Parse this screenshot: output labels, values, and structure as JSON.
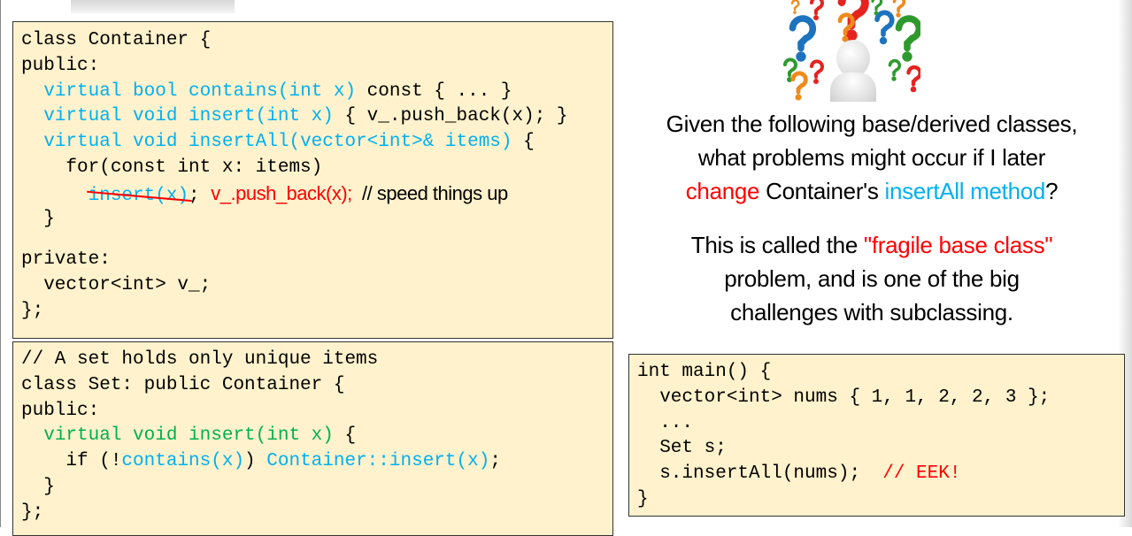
{
  "colors": {
    "accent_blue": "#00b0f0",
    "accent_red": "#ff0000",
    "accent_green": "#00b050",
    "code_bg": "#fff2cc"
  },
  "container_code": [
    [
      {
        "t": "class Container {"
      }
    ],
    [
      {
        "t": "public:"
      }
    ],
    [
      {
        "t": "  "
      },
      {
        "t": "virtual bool contains(int x)",
        "c": "blue"
      },
      {
        "t": " const { ... }"
      }
    ],
    [
      {
        "t": "  "
      },
      {
        "t": "virtual void insert(int x)",
        "c": "blue"
      },
      {
        "t": " { v_.push_back(x); }"
      }
    ],
    [
      {
        "t": "  "
      },
      {
        "t": "virtual void insertAll(vector<int>& items)",
        "c": "blue"
      },
      {
        "t": " {"
      }
    ],
    [
      {
        "t": "    for(const int x: items)"
      }
    ],
    [
      {
        "t": "      "
      },
      {
        "t": "insert(x)",
        "c": "blue",
        "s": "strike"
      },
      {
        "t": "; "
      },
      {
        "t": "v_.push_back(x);",
        "c": "red",
        "f": "sans"
      },
      {
        "t": "  // speed things up",
        "f": "sans"
      }
    ],
    [
      {
        "t": "  }"
      }
    ],
    "gap",
    [
      {
        "t": "private:"
      }
    ],
    [
      {
        "t": "  vector<int> v_;"
      }
    ],
    [
      {
        "t": "};"
      }
    ]
  ],
  "set_code": [
    [
      {
        "t": "// A set holds only unique items"
      }
    ],
    [
      {
        "t": "class Set: public Container {"
      }
    ],
    [
      {
        "t": "public:"
      }
    ],
    [
      {
        "t": "  "
      },
      {
        "t": "virtual void insert(int x)",
        "c": "green"
      },
      {
        "t": " {"
      }
    ],
    [
      {
        "t": "    if (!"
      },
      {
        "t": "contains(x)",
        "c": "blue"
      },
      {
        "t": ") "
      },
      {
        "t": "Container::insert(x)",
        "c": "blue"
      },
      {
        "t": ";"
      }
    ],
    [
      {
        "t": "  }"
      }
    ],
    [
      {
        "t": "};"
      }
    ]
  ],
  "main_code": [
    [
      {
        "t": "int main() {"
      }
    ],
    [
      {
        "t": "  vector<int> nums { 1, 1, 2, 2, 3 };"
      }
    ],
    [
      {
        "t": "  ..."
      }
    ],
    [
      {
        "t": "  Set s;"
      }
    ],
    [
      {
        "t": "  s.insertAll(nums);  "
      },
      {
        "t": "// EEK!",
        "c": "red"
      }
    ],
    [
      {
        "t": "}"
      }
    ]
  ],
  "question": {
    "l1": "Given the following base/derived classes,",
    "l2": "what problems might occur if I later",
    "l3_a": "change",
    "l3_b": " Container's ",
    "l3_c": "insertAll method",
    "l3_d": "?"
  },
  "explanation": {
    "l1_a": "This is called the ",
    "l1_b": "\"fragile base class\"",
    "l2": "problem, and is one of the big",
    "l3": "challenges with subclassing."
  },
  "image": {
    "icon": "confused-person-question-marks-icon"
  }
}
